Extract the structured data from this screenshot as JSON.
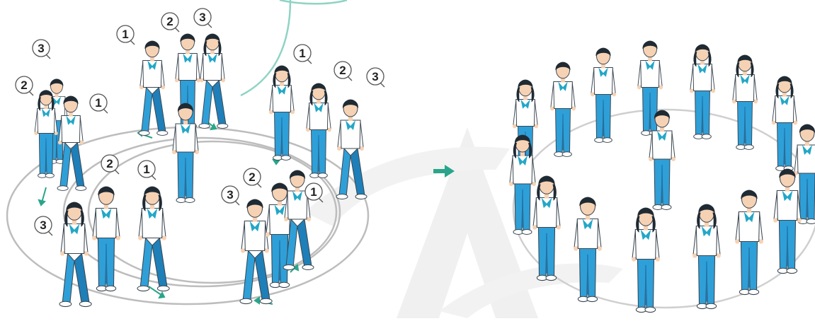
{
  "scene": {
    "palette": {
      "shirt": "#ffffff",
      "trousers": "#2f9fd8",
      "trousers_shadow": "#1f7fb8",
      "collar": "#23a7c7",
      "hair": "#1f2a33",
      "skin": "#f6d2b4",
      "outline": "#3a4650",
      "ground_ring": "#b9b9b9",
      "arrow": "#2aa58a",
      "bubble_tail": "#8fd3c4",
      "watermark": "#ececec"
    },
    "arrow_icon": "right-arrow-icon",
    "number_badges": [
      {
        "label": "3"
      },
      {
        "label": "2"
      },
      {
        "label": "1"
      },
      {
        "label": "1"
      },
      {
        "label": "2"
      },
      {
        "label": "3"
      },
      {
        "label": "1"
      },
      {
        "label": "2"
      },
      {
        "label": "3"
      },
      {
        "label": "2"
      },
      {
        "label": "1"
      },
      {
        "label": "3"
      },
      {
        "label": "2"
      },
      {
        "label": "1"
      },
      {
        "label": "3"
      }
    ]
  }
}
